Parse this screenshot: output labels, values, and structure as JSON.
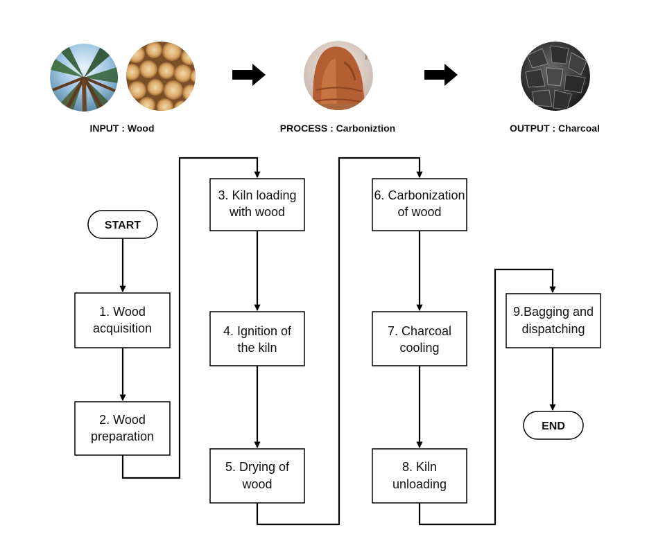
{
  "header": {
    "input_caption": "INPUT : Wood",
    "process_caption": "PROCESS : Carboniztion",
    "output_caption": "OUTPUT : Charcoal"
  },
  "flow": {
    "start_label": "START",
    "end_label": "END",
    "steps": [
      {
        "line1": "1. Wood",
        "line2": "acquisition"
      },
      {
        "line1": "2. Wood",
        "line2": "preparation"
      },
      {
        "line1": "3. Kiln loading",
        "line2": "with wood"
      },
      {
        "line1": "4. Ignition of",
        "line2": "the kiln"
      },
      {
        "line1": "5. Drying of",
        "line2": "wood"
      },
      {
        "line1": "6. Carbonization",
        "line2": "of wood"
      },
      {
        "line1": "7. Charcoal",
        "line2": "cooling"
      },
      {
        "line1": "8. Kiln",
        "line2": "unloading"
      },
      {
        "line1": "9.Bagging and",
        "line2": "dispatching"
      }
    ]
  }
}
